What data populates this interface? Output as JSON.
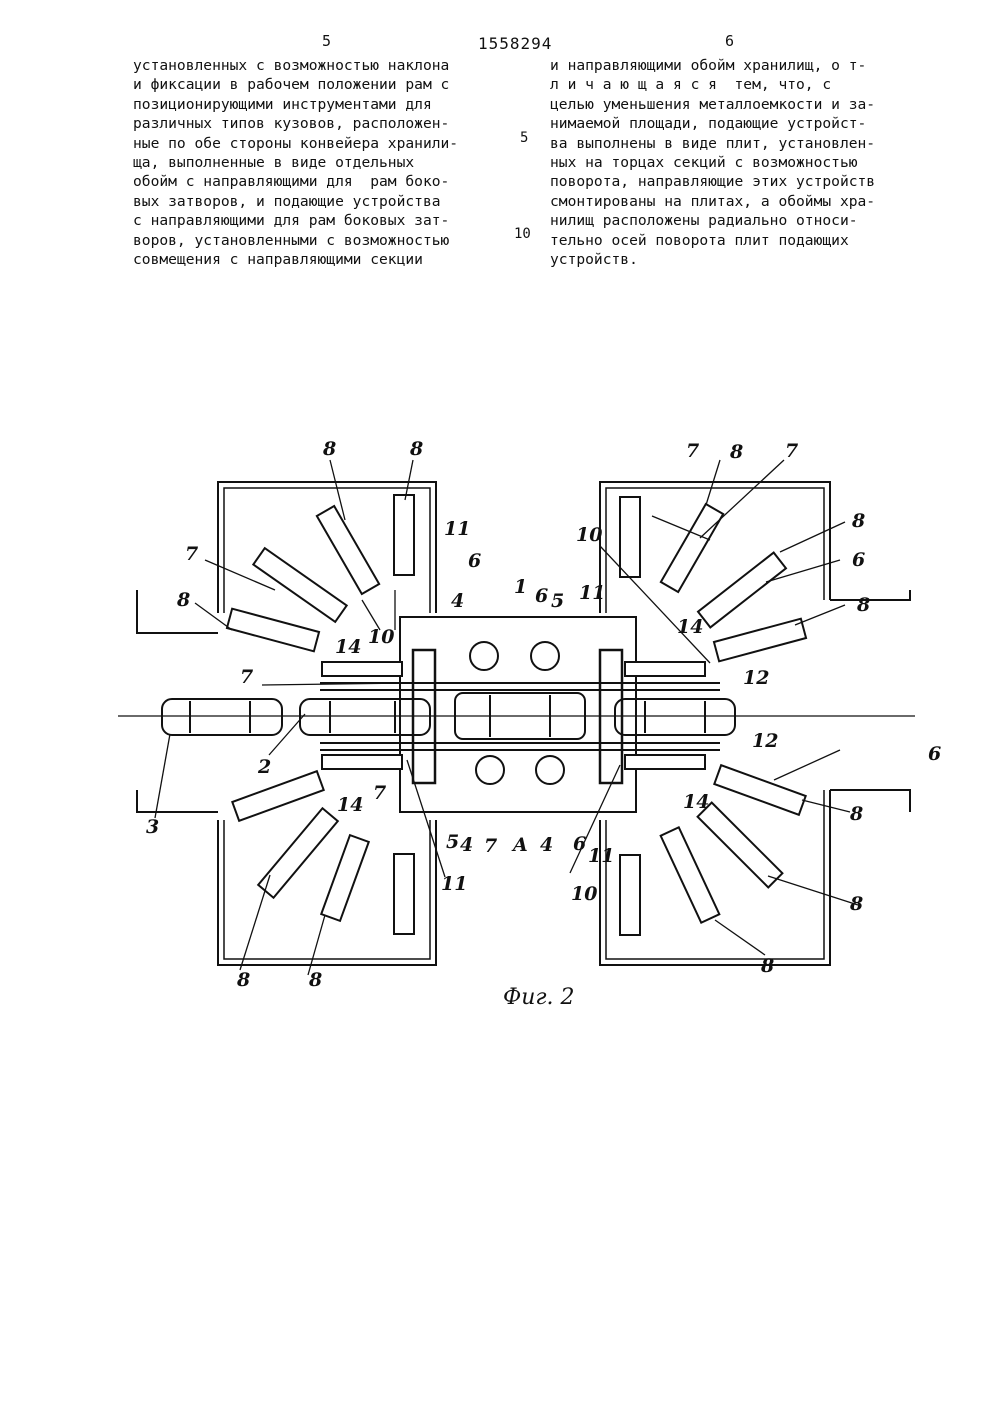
{
  "header": {
    "page_left": "5",
    "page_right": "6",
    "doc_number": "1558294"
  },
  "text": {
    "left_lines": [
      "установленных с возможностью наклона",
      "и фиксации в рабочем положении рам с",
      "позиционирующими инструментами для",
      "различных типов кузовов, расположен-",
      "ные по обе стороны конвейера хранили-",
      "ща, выполненные в виде отдельных",
      "обойм с направляющими для  рам боко-",
      "вых затворов, и подающие устройства",
      "с направляющими для рам боковых зат-",
      "воров, установленными с возможностью",
      "совмещения с направляющими секции"
    ],
    "right_lines": [
      "и направляющими обойм хранилищ, о т-",
      "л и ч а ю щ а я с я  тем, что, с",
      "целью уменьшения металлоемкости и за-",
      "нимаемой площади, подающие устройст-",
      "ва выполнены в виде плит, установлен-",
      "ных на торцах секций с возможностью",
      "поворота, направляющие этих устройств",
      "смонтированы на плитах, а обоймы хра-",
      "нилищ расположены радиально относи-",
      "тельно осей поворота плит подающих",
      "устройств."
    ],
    "line_numbers": [
      "5",
      "10"
    ]
  },
  "figure": {
    "caption": "Фиг. 2",
    "labels": [
      "8",
      "8",
      "7",
      "8",
      "10",
      "14",
      "11",
      "6",
      "4",
      "1",
      "6",
      "5",
      "11",
      "10",
      "7",
      "8",
      "7",
      "8",
      "6",
      "8",
      "14",
      "12",
      "7",
      "2",
      "3",
      "7",
      "14",
      "4",
      "7",
      "A",
      "4",
      "5",
      "11",
      "6",
      "11",
      "10",
      "12",
      "14",
      "6",
      "8",
      "8",
      "8",
      "8",
      "8"
    ]
  }
}
